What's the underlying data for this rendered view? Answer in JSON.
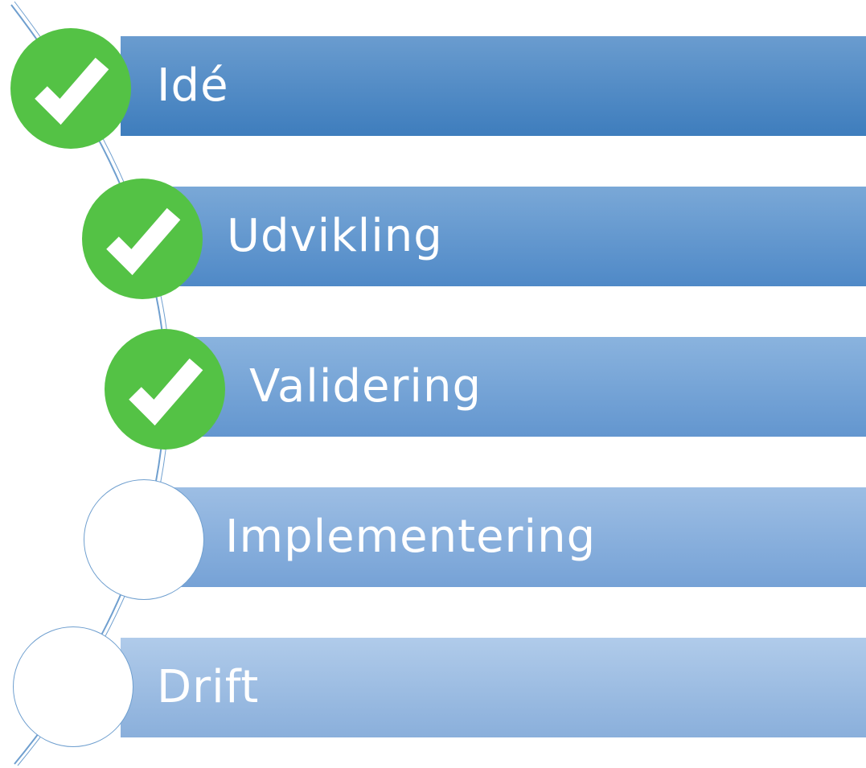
{
  "diagram": {
    "steps": [
      {
        "label": "Idé",
        "status": "done"
      },
      {
        "label": "Udvikling",
        "status": "done"
      },
      {
        "label": "Validering",
        "status": "done"
      },
      {
        "label": "Implementering",
        "status": "pending"
      },
      {
        "label": "Drift",
        "status": "pending"
      }
    ],
    "colors": {
      "check_fill": "#54c245",
      "check_mark": "#ffffff",
      "bar_dark": "#3e7dbd",
      "bar_light": "#b0cbea",
      "arc_line": "#6f9fcf"
    },
    "icons": {
      "done": "checkmark-icon",
      "pending": "empty-circle-icon"
    }
  }
}
